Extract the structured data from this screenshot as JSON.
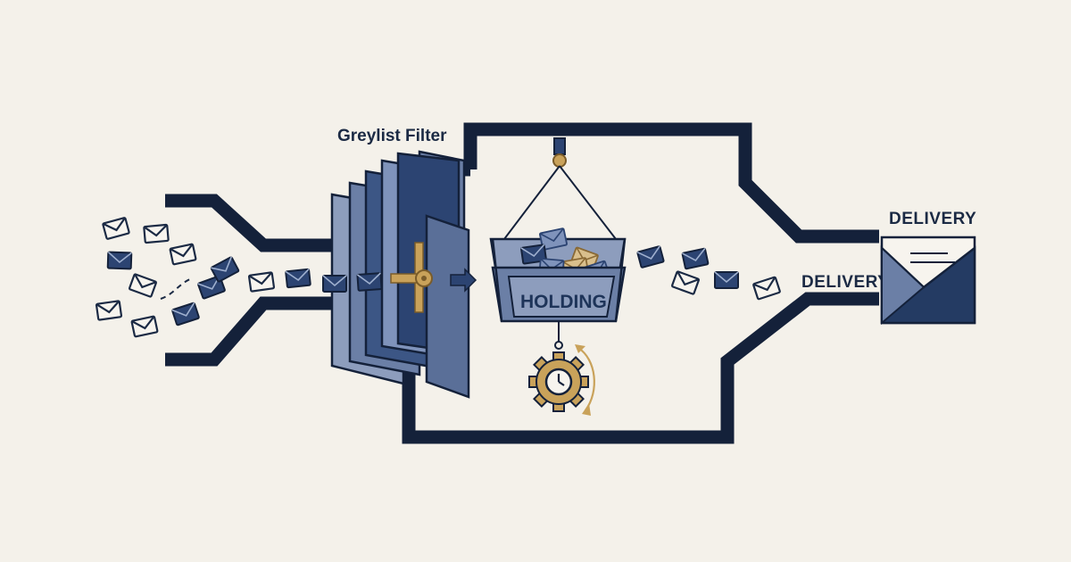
{
  "labels": {
    "filter": "Greylist Filter",
    "holding": "HOLDING",
    "delivery_pipe": "DELIVERY",
    "delivery_box": "DELIVERY"
  },
  "icons": {
    "envelope": "envelope-icon",
    "timer": "gear-clock-icon",
    "arrow": "arrow-right-icon",
    "valve": "valve-handle-icon",
    "mailbox": "open-envelope-icon"
  },
  "colors": {
    "background": "#f4f1ea",
    "pipe": "#14213a",
    "navy": "#243b63",
    "slate": "#6b7fa6",
    "light_slate": "#8d9dbd",
    "gold": "#b38a42",
    "paper": "#f7f4ee"
  }
}
